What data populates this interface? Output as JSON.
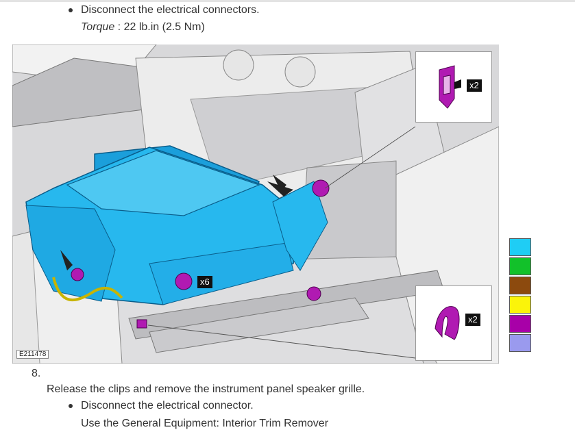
{
  "top_bullet": "Disconnect the electrical connectors.",
  "torque": {
    "label": "Torque",
    "value": " : 22 lb.in (2.5 Nm)"
  },
  "figure": {
    "id": "E211478",
    "callout_top_badge": "x2",
    "callout_bottom_badge": "x2",
    "main_badge": "x6"
  },
  "step": {
    "number": "8.",
    "text": "Release the clips and remove the instrument panel speaker grille.",
    "bullet": "Disconnect the electrical connector.",
    "note": "Use the General Equipment: Interior Trim Remover"
  },
  "legend_colors": [
    "#1fcdf5",
    "#12c12a",
    "#8c4a0e",
    "#fbf40a",
    "#a800a8",
    "#9a9aee"
  ],
  "colors": {
    "module": "#27b8ee",
    "clip": "#b01ab2"
  }
}
